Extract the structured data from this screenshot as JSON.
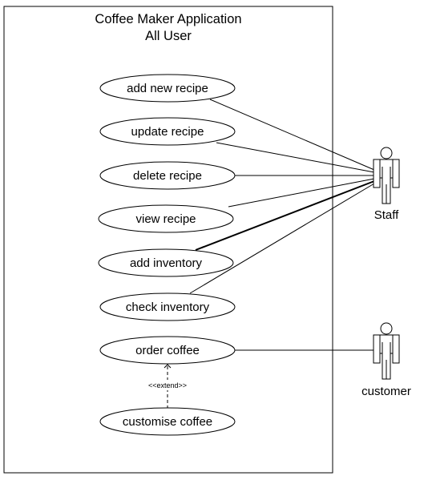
{
  "system": {
    "title_line1": "Coffee Maker Application",
    "title_line2": "All User"
  },
  "use_cases": {
    "add_new_recipe": "add new recipe",
    "update_recipe": "update recipe",
    "delete_recipe": "delete recipe",
    "view_recipe": "view recipe",
    "add_inventory": "add inventory",
    "check_inventory": "check inventory",
    "order_coffee": "order coffee",
    "customise_coffee": "customise coffee"
  },
  "actors": {
    "staff": "Staff",
    "customer": "customer"
  },
  "relations": {
    "extend_label": "<<extend>>"
  }
}
